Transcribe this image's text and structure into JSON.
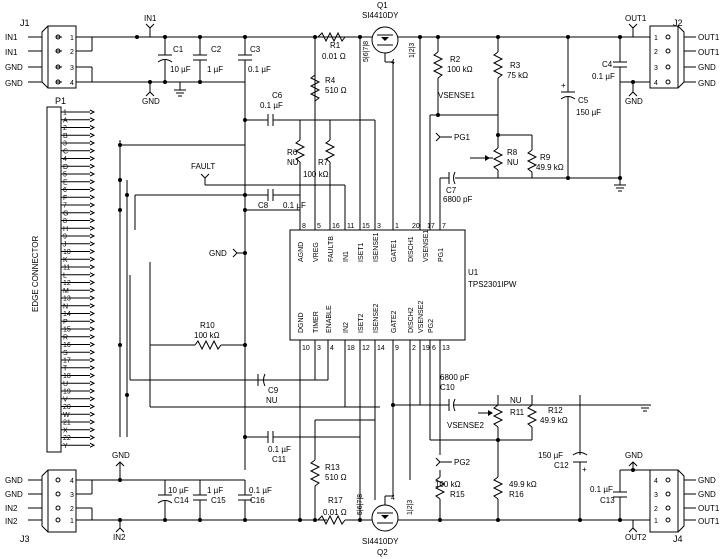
{
  "q1": {
    "ref": "Q1",
    "part": "SI4410DY"
  },
  "q2": {
    "ref": "Q2",
    "part": "SI4410DY"
  },
  "u1": {
    "ref": "U1",
    "part": "TPS2301IPW"
  },
  "j1": {
    "ref": "J1",
    "pins": [
      "1",
      "2",
      "3",
      "4"
    ],
    "labels": [
      "IN1",
      "IN1",
      "GND",
      "GND"
    ]
  },
  "j2": {
    "ref": "J2",
    "pins": [
      "1",
      "2",
      "3",
      "4"
    ],
    "labels": [
      "OUT1",
      "OUT1",
      "GND",
      "GND"
    ]
  },
  "j3": {
    "ref": "J3",
    "pins": [
      "4",
      "3",
      "2",
      "1"
    ],
    "labels": [
      "GND",
      "GND",
      "IN2",
      "IN2"
    ]
  },
  "j4": {
    "ref": "J4",
    "pins": [
      "4",
      "3",
      "2",
      "1"
    ],
    "labels": [
      "GND",
      "GND",
      "OUT1",
      "OUT1"
    ]
  },
  "p1": {
    "ref": "P1",
    "title": "EDGE CONNECTOR",
    "rows": [
      "1",
      "A",
      "2",
      "B",
      "3",
      "C",
      "4",
      "D",
      "5",
      "E",
      "6",
      "F",
      "7",
      "G",
      "8",
      "H",
      "9",
      "J",
      "10",
      "K",
      "11",
      "L",
      "12",
      "M",
      "13",
      "N",
      "14",
      "P",
      "15",
      "R",
      "16",
      "S",
      "17",
      "T",
      "18",
      "U",
      "19",
      "V",
      "20",
      "W",
      "21",
      "X",
      "22",
      "Y"
    ]
  },
  "nets": {
    "in1": "IN1",
    "in2": "IN2",
    "out1_top": "OUT1",
    "out1_bot": "OUT2",
    "gnd": "GND",
    "fault": "FAULT",
    "pg1": "PG1",
    "pg2": "PG2",
    "vsense1": "VSENSE1",
    "vsense2": "VSENSE2"
  },
  "parts": {
    "c1": [
      "C1",
      "10 µF"
    ],
    "c2": [
      "C2",
      "1 µF"
    ],
    "c3": [
      "C3",
      "0.1 µF"
    ],
    "c4": [
      "C4",
      "0.1 µF"
    ],
    "c5": [
      "C5",
      "150 µF"
    ],
    "c6": [
      "C6",
      "0.1 µF"
    ],
    "c7": [
      "C7",
      "6800 pF"
    ],
    "c8": [
      "C8",
      "0.1 µF"
    ],
    "c9": [
      "C9",
      "NU"
    ],
    "c10": [
      "C10",
      "6800 pF"
    ],
    "c11": [
      "C11",
      "0.1 µF"
    ],
    "c12": [
      "C12",
      "150 µF"
    ],
    "c13": [
      "C13",
      "0.1 µF"
    ],
    "c14": [
      "C14",
      "10 µF"
    ],
    "c15": [
      "C15",
      "1 µF"
    ],
    "c16": [
      "C16",
      "0.1 µF"
    ],
    "r1": [
      "R1",
      "0.01 Ω"
    ],
    "r2": [
      "R2",
      "100 kΩ"
    ],
    "r3": [
      "R3",
      "75 kΩ"
    ],
    "r4": [
      "R4",
      "510 Ω"
    ],
    "r6": [
      "R6",
      "NU"
    ],
    "r7": [
      "R7",
      "100 kΩ"
    ],
    "r8": [
      "R8",
      "NU"
    ],
    "r9": [
      "R9",
      "49.9 kΩ"
    ],
    "r10": [
      "R10",
      "100 kΩ"
    ],
    "r11": [
      "R11",
      "NU"
    ],
    "r12": [
      "R12",
      "49.9 kΩ"
    ],
    "r13": [
      "R13",
      "510 Ω"
    ],
    "r15": [
      "R15",
      "100 kΩ"
    ],
    "r16": [
      "R16",
      "49.9 kΩ"
    ],
    "r17": [
      "R17",
      "0.01 Ω"
    ]
  },
  "u1_top_pins": [
    {
      "num": "8",
      "name": "AGND"
    },
    {
      "num": "5",
      "name": "VREG"
    },
    {
      "num": "16",
      "name": "FAULTB"
    },
    {
      "num": "11",
      "name": "IN1"
    },
    {
      "num": "15",
      "name": "ISET1"
    },
    {
      "num": "3",
      "name": "ISENSE1"
    },
    {
      "num": "1",
      "name": "GATE1"
    },
    {
      "num": "20",
      "name": "DISCH1"
    },
    {
      "num": "17",
      "name": "VSENSE1"
    },
    {
      "num": "7",
      "name": "PG1"
    }
  ],
  "u1_bot_pins": [
    {
      "num": "10",
      "name": "DGND"
    },
    {
      "num": "3",
      "name": "TIMER"
    },
    {
      "num": "4",
      "name": "ENABLE"
    },
    {
      "num": "18",
      "name": "IN2"
    },
    {
      "num": "12",
      "name": "ISET2"
    },
    {
      "num": "14",
      "name": "ISENSE2"
    },
    {
      "num": "9",
      "name": "GATE2"
    },
    {
      "num": "2",
      "name": "DISCH2"
    },
    {
      "num": "19",
      "name": "VSENSE2"
    },
    {
      "num": "6",
      "name": "PG2"
    },
    {
      "num": "13",
      "name": ""
    }
  ],
  "mos_pins": {
    "q1": [
      "5|6|7|8",
      "1|2|3",
      "4"
    ],
    "q2": [
      "5|6|7|8",
      "1|2|3",
      "4"
    ]
  }
}
